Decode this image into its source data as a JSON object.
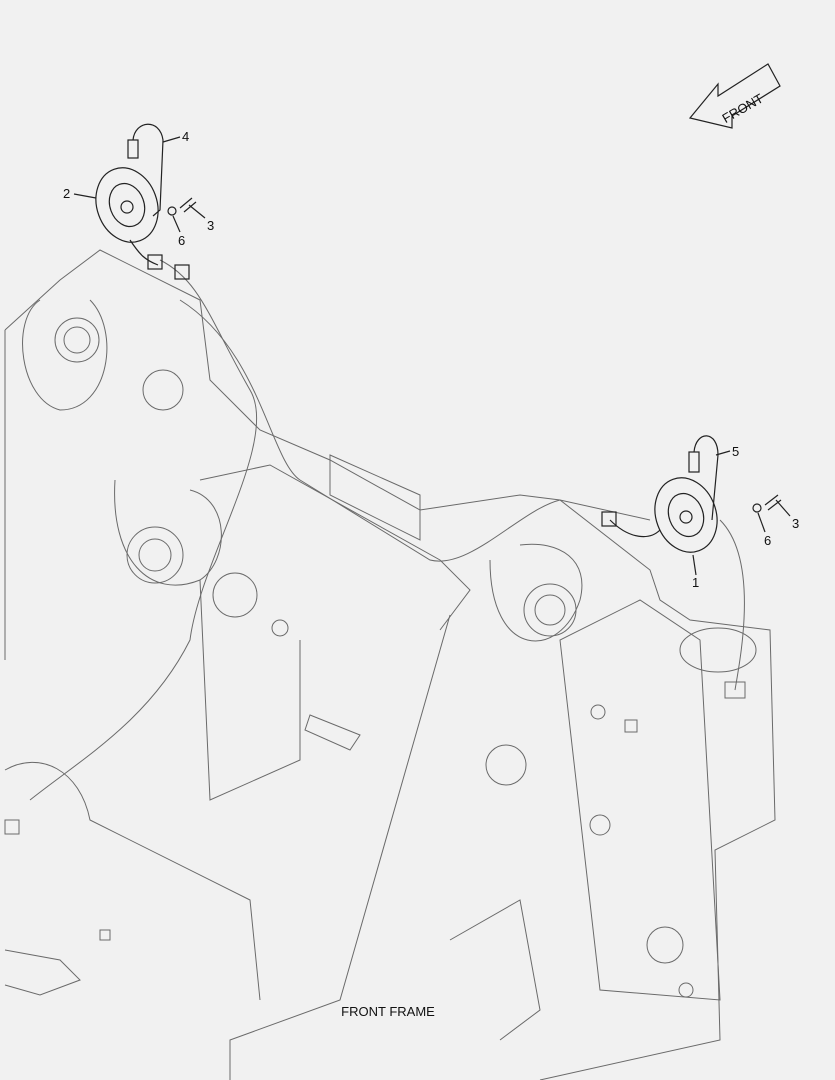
{
  "diagram": {
    "caption": "FRONT FRAME",
    "direction_arrow_label": "FRONT",
    "callouts": [
      "1",
      "2",
      "3",
      "3",
      "4",
      "5",
      "6",
      "6"
    ],
    "colors": {
      "background": "#f1f1f1",
      "line": "#6a6a6a",
      "part": "#222222"
    }
  }
}
